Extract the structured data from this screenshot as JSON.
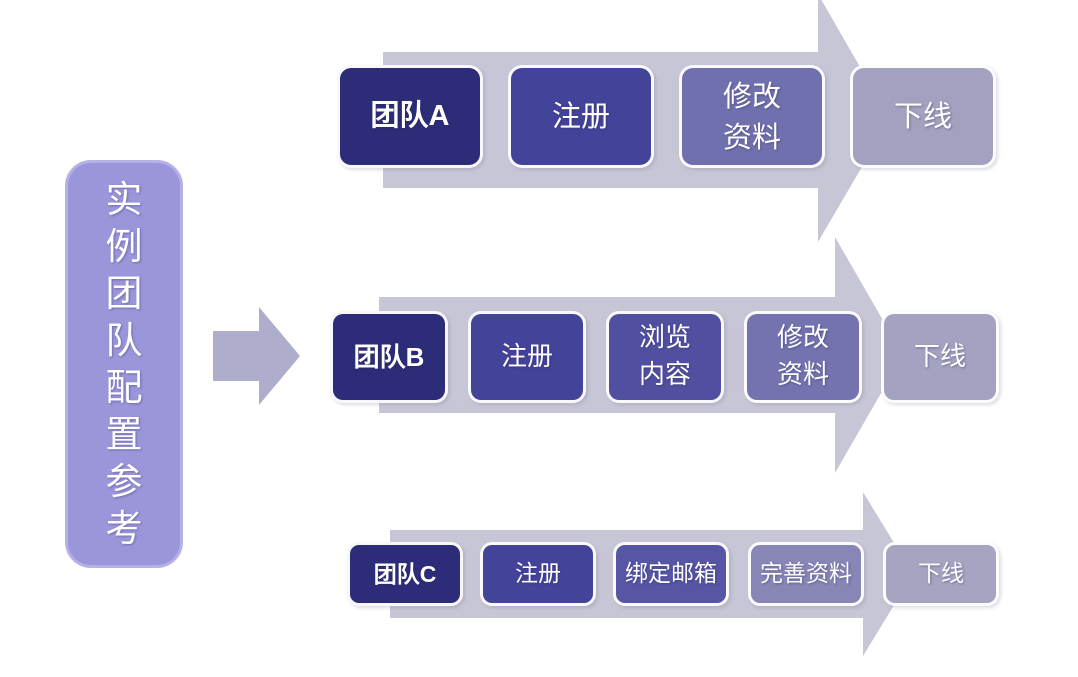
{
  "diagram": {
    "title": {
      "text": "实例团队配置参考",
      "chars": [
        "实",
        "例",
        "团",
        "队",
        "配",
        "置",
        "参",
        "考"
      ]
    },
    "colors": {
      "background": "#ffffff",
      "title_box_fill": "#9b95da",
      "title_box_border": "#b6b0e8",
      "flow_arrow": "#c7c6d6",
      "connector_arrow": "#aeadcb",
      "text": "#ffffff"
    },
    "flows": [
      {
        "boxes": [
          {
            "lines": [
              "团队A"
            ],
            "fill": "#2d2c78",
            "style": "team"
          },
          {
            "lines": [
              "注册"
            ],
            "fill": "#44439a",
            "style": "step"
          },
          {
            "lines": [
              "修改",
              "资料"
            ],
            "fill": "#7170ae",
            "style": "step"
          },
          {
            "lines": [
              "下线"
            ],
            "fill": "#a2a1bf",
            "style": "step"
          }
        ]
      },
      {
        "boxes": [
          {
            "lines": [
              "团队B"
            ],
            "fill": "#2d2c78",
            "style": "team"
          },
          {
            "lines": [
              "注册"
            ],
            "fill": "#44439a",
            "style": "step"
          },
          {
            "lines": [
              "浏览",
              "内容"
            ],
            "fill": "#5150a0",
            "style": "step"
          },
          {
            "lines": [
              "修改",
              "资料"
            ],
            "fill": "#7473b0",
            "style": "step"
          },
          {
            "lines": [
              "下线"
            ],
            "fill": "#a3a2c0",
            "style": "step"
          }
        ]
      },
      {
        "boxes": [
          {
            "lines": [
              "团队C"
            ],
            "fill": "#2d2c78",
            "style": "team"
          },
          {
            "lines": [
              "注册"
            ],
            "fill": "#44439a",
            "style": "step"
          },
          {
            "lines": [
              "绑定邮箱"
            ],
            "fill": "#5656a4",
            "style": "step"
          },
          {
            "lines": [
              "完善资料"
            ],
            "fill": "#8886b6",
            "style": "step"
          },
          {
            "lines": [
              "下线"
            ],
            "fill": "#a5a4c1",
            "style": "step"
          }
        ]
      }
    ]
  }
}
